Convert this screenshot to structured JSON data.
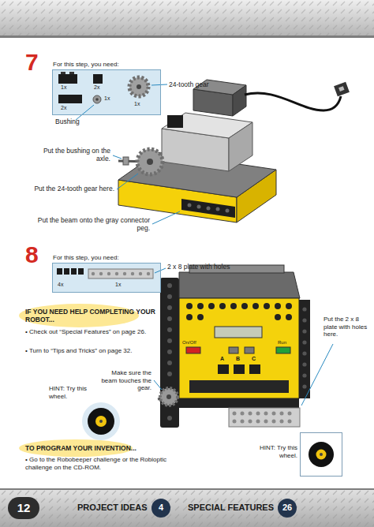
{
  "diagram": {
    "nodes": [
      {
        "text": [
          "For this step, you need:"
        ]
      },
      {
        "text": [
          "For this step, you need:"
        ]
      },
      {
        "text": [
          "HINT: Try this wheel."
        ]
      },
      {
        "text": [
          "12"
        ]
      },
      {
        "text": [
          "4"
        ]
      },
      {
        "text": [
          "26"
        ]
      }
    ],
    "labels": [
      "7",
      "24-tooth gear",
      "1x",
      "2x",
      "1x",
      "2x",
      "1x",
      "Bushing",
      "Put the bushing on the axle.",
      "Put the 24-tooth gear here.",
      "Put the beam onto the gray connector peg.",
      "8",
      "2 x 8 plate with holes",
      "4x",
      "1x",
      "IF YOU NEED HELP COMPLETING YOUR ROBOT...",
      "• Check out “Special Features” on page 26.",
      "• Turn to “Tips and Tricks” on page 32.",
      "Make sure the beam touches the gear.",
      "Put the 2 x 8 plate with holes here.",
      "On/Off",
      "Run",
      "A",
      "B",
      "C",
      "HINT: Try this wheel.",
      "TO PROGRAM YOUR INVENTION...",
      "• Go to the Robobeeper challenge or the Robioptic challenge on the CD-ROM.",
      "PROJECT IDEAS",
      "SPECIAL FEATURES"
    ]
  }
}
